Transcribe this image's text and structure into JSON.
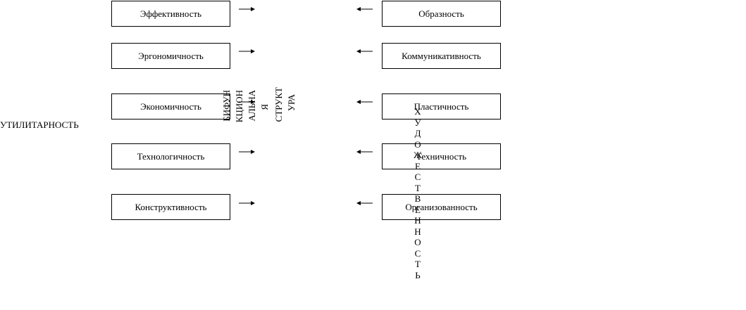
{
  "utilitarian_label": "УТИЛИТАРНОСТЬ",
  "left_boxes": [
    "Эффективность",
    "Эргономичность",
    "Экономичность",
    "Технологичность",
    "Конструктивность"
  ],
  "right_boxes": [
    "Образность",
    "Коммуникативность",
    "Пластичность",
    "Техничность",
    "Организованность"
  ],
  "center_vertical_lines": [
    "БИФУН",
    "КЦИОН",
    "АЛЬНА",
    "Я",
    "СТРУКТ",
    "УРА"
  ],
  "artistry_letters": [
    "Х",
    "У",
    "Д",
    "О",
    "Ж",
    "Е",
    "С",
    "Т",
    "В",
    "Е",
    "Н",
    "Н",
    "О",
    "С",
    "Т",
    "Ь"
  ]
}
